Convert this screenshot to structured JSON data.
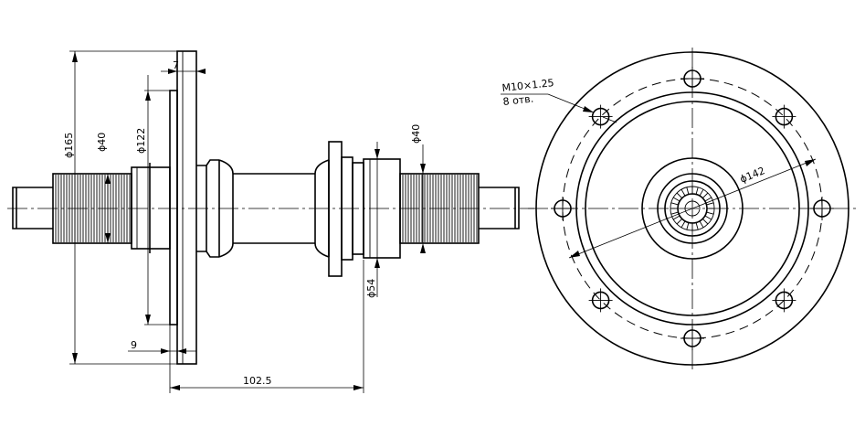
{
  "dimensions": {
    "d165": "ϕ165",
    "d40_left": "ϕ40",
    "d122": "ϕ122",
    "d7": "7",
    "d9": "9",
    "d102_5": "102.5",
    "d40_right": "ϕ40",
    "d54": "ϕ54",
    "d142": "ϕ142"
  },
  "thread_note": {
    "line1": "M10×1.25",
    "line2": "8 отв."
  }
}
